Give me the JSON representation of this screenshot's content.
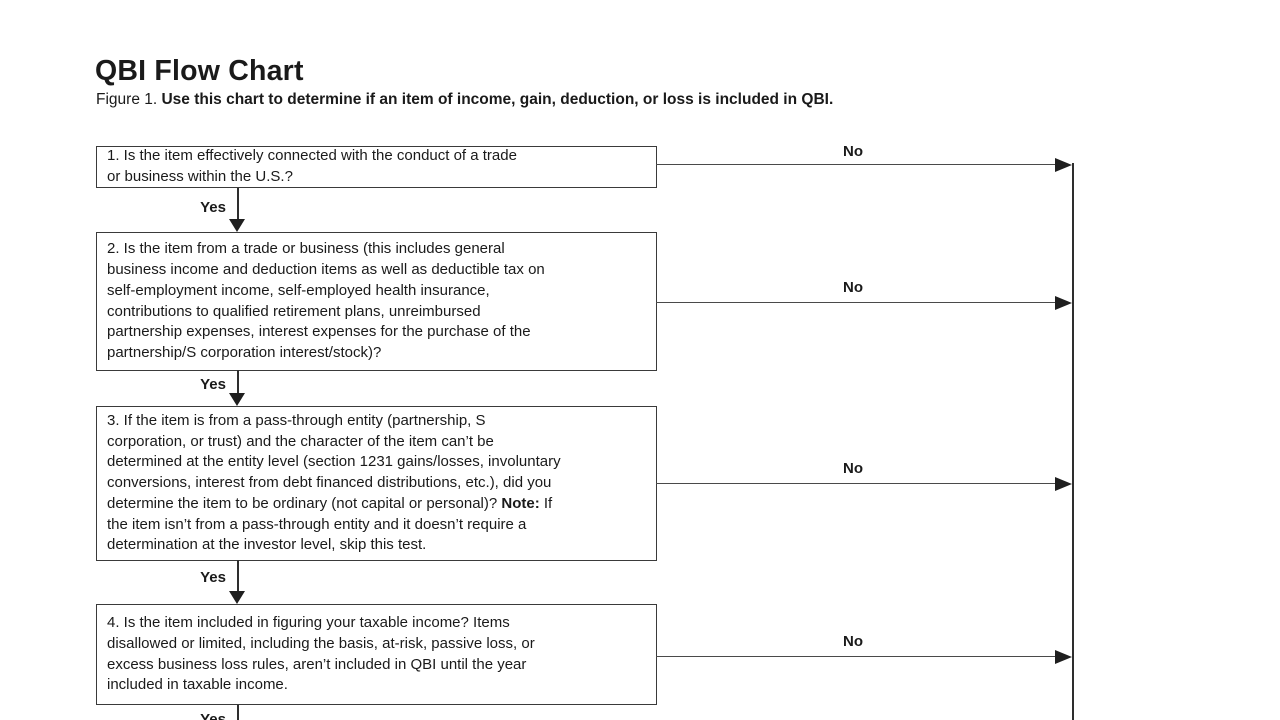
{
  "header": {
    "title": "QBI Flow Chart",
    "figure_label": "Figure 1. ",
    "figure_caption": "Use this chart to determine if an item of income, gain, deduction, or loss is included in QBI."
  },
  "labels": {
    "yes": "Yes",
    "no": "No"
  },
  "colors": {
    "text": "#1a1a1a",
    "box_border": "#3a3a3a",
    "connector_line": "#4a4a4a",
    "arrowhead": "#1f1f1f",
    "background": "#ffffff"
  },
  "boxes": [
    {
      "id": "1",
      "text": "1. Is the item effectively connected with the conduct of a trade\nor business within the U.S.?"
    },
    {
      "id": "2",
      "text": "2. Is the item from a trade or business (this includes general\nbusiness income and deduction items as well as deductible tax on\nself-employment income, self-employed health insurance,\ncontributions to qualified retirement plans, unreimbursed\npartnership expenses, interest expenses for the purchase of the\npartnership/S corporation interest/stock)?"
    },
    {
      "id": "3",
      "text_before_note": "3. If the item is from a pass-through entity (partnership, S\ncorporation, or trust) and the character of the item can’t be\ndetermined at the entity level (section 1231 gains/losses, involuntary\nconversions, interest from debt financed distributions, etc.), did you\ndetermine the item to be ordinary (not capital or personal)? ",
      "note_label": "Note:",
      "text_after_note": " If\nthe item isn’t from a pass-through entity and it doesn’t require a\ndetermination at the investor level, skip this test."
    },
    {
      "id": "4",
      "text": "4. Is the item included in figuring your taxable income? Items\ndisallowed or limited, including the basis, at-risk, passive loss, or\nexcess business loss rules, aren’t included in QBI until the year\nincluded in taxable income."
    }
  ]
}
